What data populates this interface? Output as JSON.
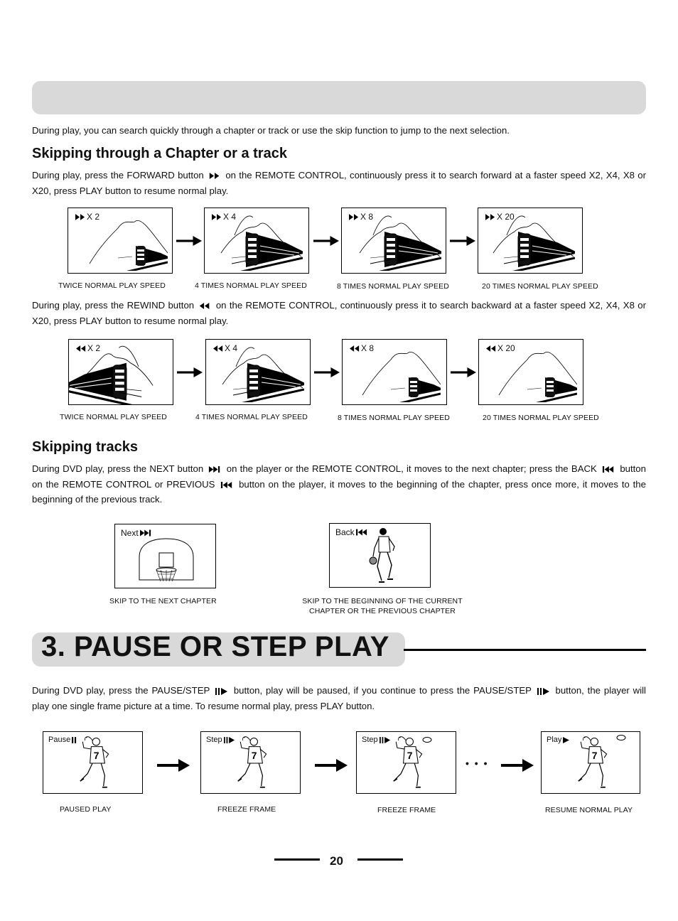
{
  "intro": "During play, you can search quickly through a chapter or track or use the skip function to jump to the next selection.",
  "skip_chapter": {
    "heading": "Skipping through a Chapter or a track",
    "forward_text_1": "During play, press the FORWARD button",
    "forward_text_2": "on the REMOTE CONTROL, continuously press it to search forward at a faster speed X2, X4, X8 or X20, press PLAY button to resume normal play.",
    "forward_frames": [
      {
        "speed": "X 2",
        "caption": "TWICE NORMAL PLAY SPEED"
      },
      {
        "speed": "X 4",
        "caption": "4 TIMES NORMAL PLAY SPEED"
      },
      {
        "speed": "X 8",
        "caption": "8 TIMES NORMAL PLAY SPEED"
      },
      {
        "speed": "X 20",
        "caption": "20 TIMES NORMAL PLAY SPEED"
      }
    ],
    "rewind_text_1": "During play, press the REWIND button",
    "rewind_text_2": "on the REMOTE CONTROL, continuously press it to search backward at a faster speed X2, X4, X8 or X20, press PLAY button to resume normal play.",
    "rewind_frames": [
      {
        "speed": "X 2",
        "caption": "TWICE NORMAL PLAY SPEED"
      },
      {
        "speed": "X 4",
        "caption": "4 TIMES NORMAL PLAY SPEED"
      },
      {
        "speed": "X 8",
        "caption": "8 TIMES NORMAL PLAY SPEED"
      },
      {
        "speed": "X 20",
        "caption": "20 TIMES NORMAL PLAY SPEED"
      }
    ]
  },
  "skip_tracks": {
    "heading": "Skipping tracks",
    "text_1": "During DVD play, press the NEXT button",
    "text_2": "on the player or the REMOTE CONTROL, it moves to the next chapter; press the BACK",
    "text_3": "button on the REMOTE CONTROL or PREVIOUS",
    "text_4": "button on the player, it moves to the beginning of the chapter, press once more, it moves to the beginning of the previous track.",
    "next_label": "Next",
    "next_caption": "SKIP TO THE NEXT CHAPTER",
    "back_label": "Back",
    "back_caption_1": "SKIP TO THE BEGINNING OF THE CURRENT",
    "back_caption_2": "CHAPTER OR THE PREVIOUS CHAPTER"
  },
  "pause": {
    "title": "3. PAUSE OR STEP PLAY",
    "text_1": "During DVD play, press the PAUSE/STEP",
    "text_2": "button, play will be paused, if you continue to press the PAUSE/STEP",
    "text_3": "button, the player will play one single frame picture at a time. To resume normal play, press PLAY button.",
    "frames": [
      {
        "label": "Pause",
        "caption": "PAUSED PLAY"
      },
      {
        "label": "Step",
        "caption": "FREEZE FRAME"
      },
      {
        "label": "Step",
        "caption": "FREEZE FRAME"
      },
      {
        "label": "Play",
        "caption": "RESUME NORMAL PLAY"
      }
    ],
    "dots": "• • •"
  },
  "page_number": "20"
}
